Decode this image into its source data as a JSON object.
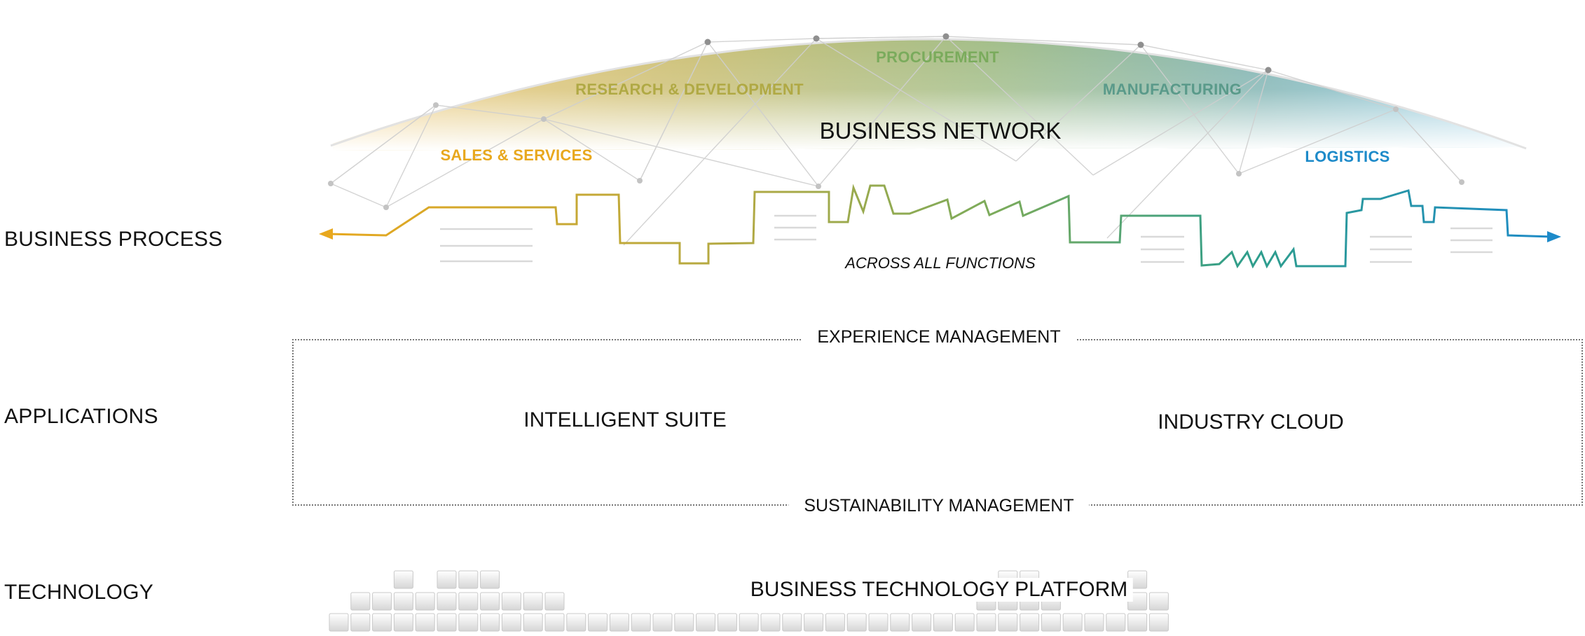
{
  "rows": {
    "business_process": "BUSINESS PROCESS",
    "applications": "APPLICATIONS",
    "technology": "TECHNOLOGY"
  },
  "network": {
    "title": "BUSINESS NETWORK",
    "departments": {
      "sales": "SALES & SERVICES",
      "rnd": "RESEARCH & DEVELOPMENT",
      "procurement": "PROCUREMENT",
      "manufacturing": "MANUFACTURING",
      "logistics": "LOGISTICS"
    }
  },
  "process": {
    "caption": "ACROSS ALL FUNCTIONS"
  },
  "applications": {
    "top_frame_label": "EXPERIENCE MANAGEMENT",
    "bottom_frame_label": "SUSTAINABILITY MANAGEMENT",
    "left_block": "INTELLIGENT SUITE",
    "right_block": "INDUSTRY CLOUD"
  },
  "technology": {
    "platform_label": "BUSINESS TECHNOLOGY PLATFORM"
  },
  "colors": {
    "sales": "#e8a81e",
    "rnd": "#b0a944",
    "procurement": "#7aab5c",
    "manufacturing": "#5a9a8a",
    "logistics": "#1d8ac9"
  }
}
